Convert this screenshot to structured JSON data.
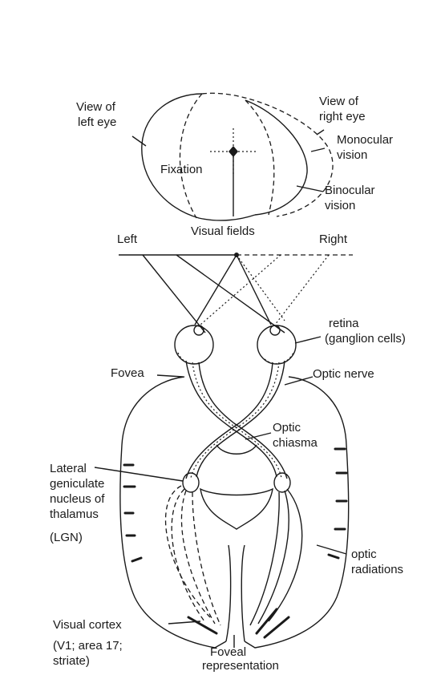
{
  "labels": {
    "view_left_eye_1": "View of",
    "view_left_eye_2": "left eye",
    "view_right_eye_1": "View of",
    "view_right_eye_2": "right eye",
    "monocular_1": "Monocular",
    "monocular_2": "vision",
    "fixation": "Fixation",
    "binocular_1": "Binocular",
    "binocular_2": "vision",
    "left": "Left",
    "visual_fields": "Visual fields",
    "right": "Right",
    "retina_1": "retina",
    "retina_2": "(ganglion cells)",
    "fovea": "Fovea",
    "optic_nerve": "Optic nerve",
    "optic_chiasma_1": "Optic",
    "optic_chiasma_2": "chiasma",
    "lgn_1": "Lateral",
    "lgn_2": "geniculate",
    "lgn_3": "nucleus of",
    "lgn_4": "thalamus",
    "lgn_5": "(LGN)",
    "optic_rad_1": "optic",
    "optic_rad_2": "radiations",
    "visual_cortex_1": "Visual cortex",
    "visual_cortex_2": "(V1; area 17;",
    "visual_cortex_3": "striate)",
    "foveal_1": "Foveal",
    "foveal_2": "representation"
  }
}
